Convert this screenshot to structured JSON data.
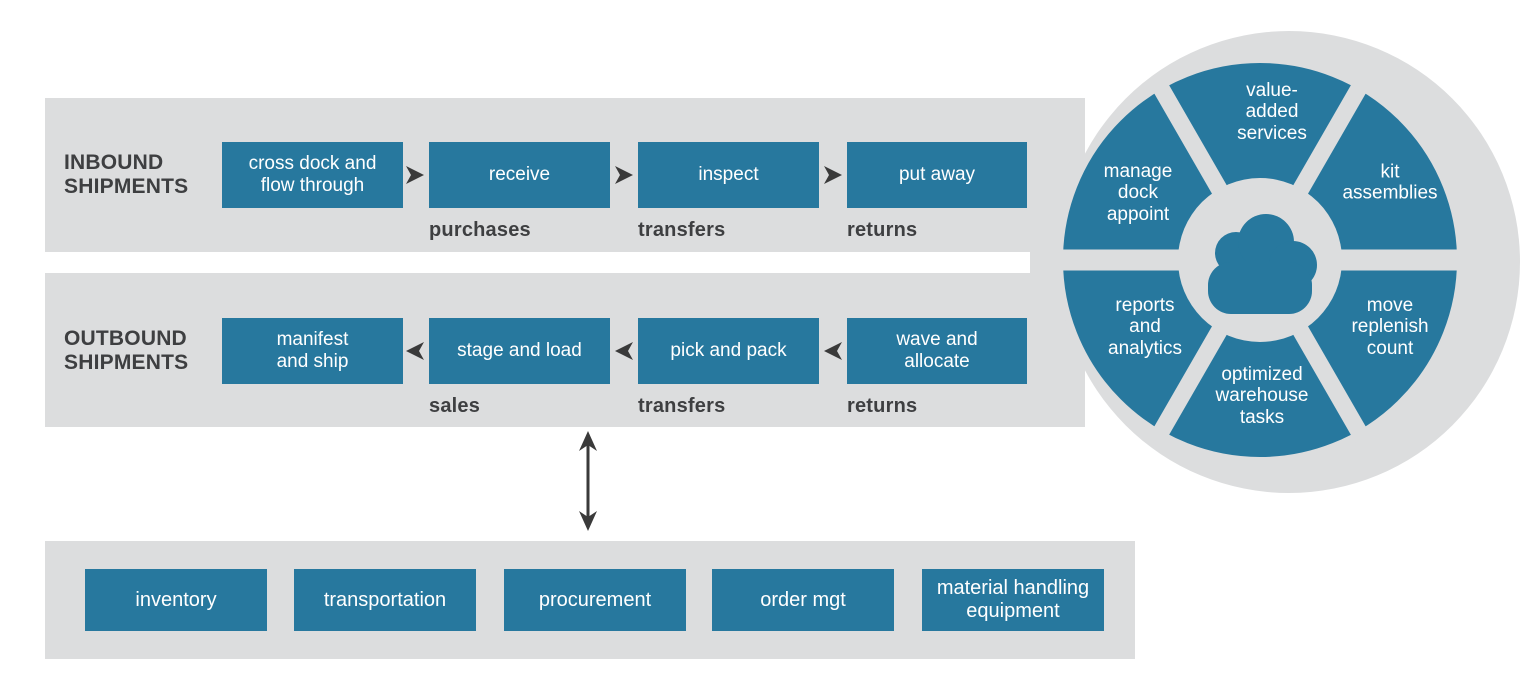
{
  "diagram": {
    "type": "warehouse-management-process-diagram",
    "colors": {
      "accent_teal": "#27789e",
      "band_gray": "#dcddde",
      "text_dark": "#3e3f41",
      "box_text": "#ffffff",
      "arrow_dark": "#3a3a3a",
      "background": "#ffffff"
    },
    "icons": {
      "wheel_center": "cloud-icon",
      "inbound_flow": "chevron-right-icon",
      "outbound_flow": "chevron-left-icon",
      "systems_link": "double-headed-arrow-icon"
    }
  },
  "inbound": {
    "title_line1": "INBOUND",
    "title_line2": "SHIPMENTS",
    "steps": [
      {
        "label": "cross dock and flow through",
        "sublabel": ""
      },
      {
        "label": "receive",
        "sublabel": "purchases"
      },
      {
        "label": "inspect",
        "sublabel": "transfers"
      },
      {
        "label": "put away",
        "sublabel": "returns"
      }
    ]
  },
  "outbound": {
    "title_line1": "OUTBOUND",
    "title_line2": "SHIPMENTS",
    "steps": [
      {
        "label": "manifest and ship",
        "sublabel": ""
      },
      {
        "label": "stage and load",
        "sublabel": "sales"
      },
      {
        "label": "pick and pack",
        "sublabel": "transfers"
      },
      {
        "label": "wave and allocate",
        "sublabel": "returns"
      }
    ]
  },
  "wheel": {
    "segments": [
      {
        "label": "value-added services"
      },
      {
        "label": "kit assemblies"
      },
      {
        "label": "move replenish count"
      },
      {
        "label": "optimized warehouse tasks"
      },
      {
        "label": "reports and analytics"
      },
      {
        "label": "manage dock appoint"
      }
    ]
  },
  "systems": [
    {
      "label": "inventory"
    },
    {
      "label": "transportation"
    },
    {
      "label": "procurement"
    },
    {
      "label": "order mgt"
    },
    {
      "label": "material handling equipment"
    }
  ]
}
